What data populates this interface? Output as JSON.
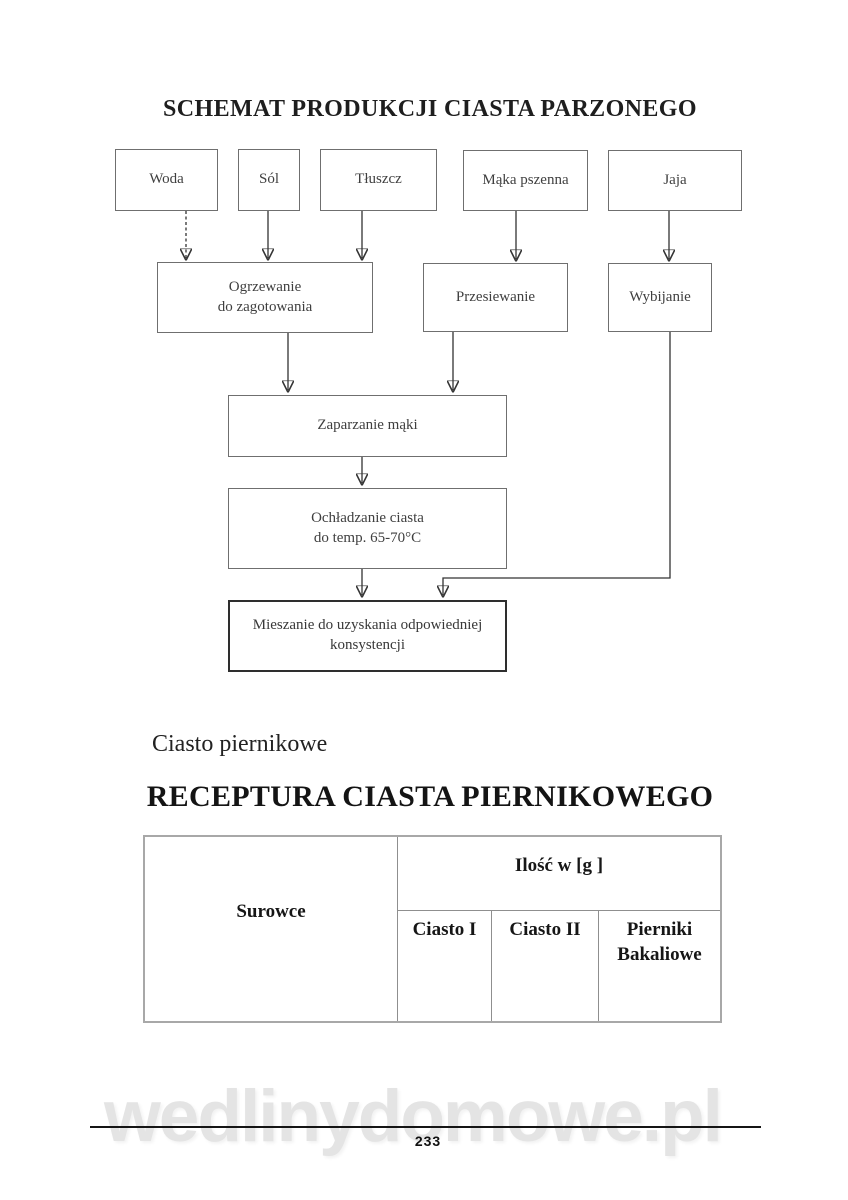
{
  "document": {
    "flowchart_title": "SCHEMAT PRODUKCJI CIASTA PARZONEGO",
    "section_heading": "Ciasto piernikowe",
    "recipe_title": "RECEPTURA CIASTA PIERNIKOWEGO",
    "watermark": "wedlinydomowe.pl",
    "page_number": "233"
  },
  "flowchart": {
    "nodes": {
      "woda": "Woda",
      "sol": "Sól",
      "tluszcz": "Tłuszcz",
      "maka_pszenna": "Mąka pszenna",
      "jaja": "Jaja",
      "ogrzewanie": "Ogrzewanie\ndo zagotowania",
      "przesiewanie": "Przesiewanie",
      "wybijanie": "Wybijanie",
      "zaparzanie": "Zaparzanie mąki",
      "ochladzanie": "Ochładzanie ciasta\ndo temp. 65-70°C",
      "mieszanie": "Mieszanie do uzyskania odpowiedniej\nkonsystencji"
    }
  },
  "table": {
    "header_surowce": "Surowce",
    "header_ilosc": "Ilość w [g ]",
    "columns": [
      "Ciasto I",
      "Ciasto II",
      "Pierniki\nBakaliowe"
    ]
  }
}
